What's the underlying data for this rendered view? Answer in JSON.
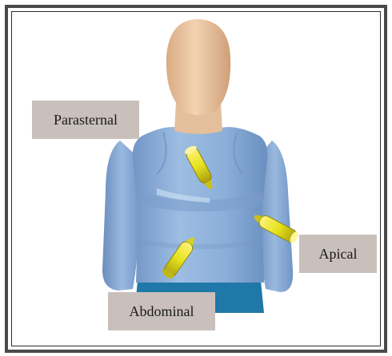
{
  "labels": {
    "parasternal": "Parasternal",
    "apical": "Apical",
    "abdominal": "Abdominal"
  },
  "colors": {
    "torso": "#8fb1d8",
    "torso_shadow": "#6d8fbd",
    "skin": "#e7c5a2",
    "pants": "#1f78a8",
    "probe": "#e8e21e",
    "label_bg": "#c9c0bb"
  }
}
